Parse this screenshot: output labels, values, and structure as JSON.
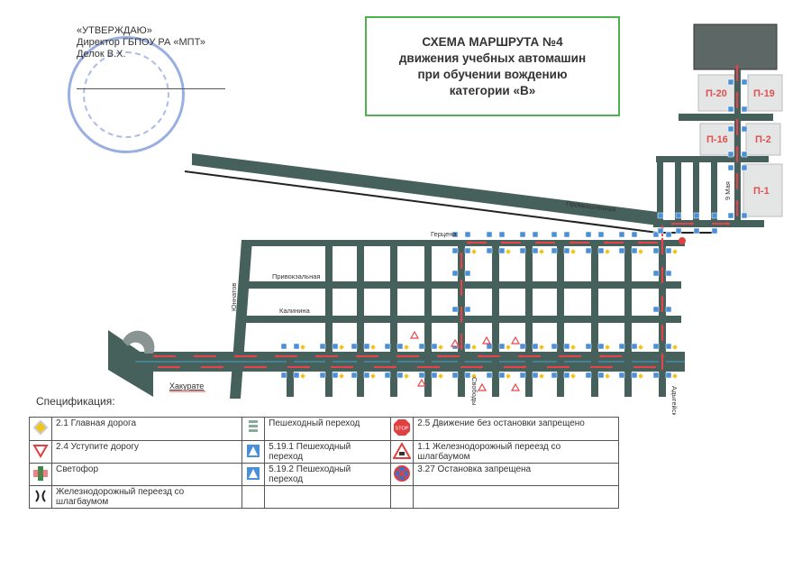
{
  "approval": {
    "line1": "«УТВЕРЖДАЮ»",
    "line2": "Директор ГБПОУ РА «МПТ»",
    "line3": "Делок В.Х."
  },
  "title": {
    "line1": "СХЕМА МАРШРУТА №4",
    "line2": "движения учебных автомашин",
    "line3": "при обучении вождению",
    "line4": "категории «В»"
  },
  "streets": {
    "promyshlennaya": "Промышленная",
    "gertsena": "Герцена",
    "privokzalnaya": "Привокзальная",
    "kalinina": "Калинина",
    "yunnatov": "Юннатов",
    "hakurate": "Хакурате",
    "svobody": "Свободы",
    "adygeyskaya": "Адыгейская",
    "may9": "9 Мая"
  },
  "blocks": {
    "p20": "П-20",
    "p19": "П-19",
    "p16": "П-16",
    "p2": "П-2",
    "p1": "П-1"
  },
  "spec_heading": "Спецификация:",
  "legend": [
    {
      "icon": "main-road-sign",
      "text": "2.1 Главная дорога"
    },
    {
      "icon": "crosswalk-marking",
      "text": "Пешеходный переход"
    },
    {
      "icon": "stop-sign",
      "icon_text": "STOP",
      "text": "2.5 Движение без остановки запрещено"
    },
    {
      "icon": "yield-sign",
      "text": "2.4 Уступите дорогу"
    },
    {
      "icon": "pedestrian-crossing-sign",
      "text": "5.19.1 Пешеходный переход"
    },
    {
      "icon": "railway-crossing-warning-sign",
      "text": "1.1 Железнодорожный переезд со шлагбаумом"
    },
    {
      "icon": "traffic-light",
      "text": "Светофор"
    },
    {
      "icon": "pedestrian-crossing-sign",
      "text": "5.19.2 Пешеходный переход"
    },
    {
      "icon": "no-stopping-sign",
      "text": "3.27 Остановка запрещена"
    },
    {
      "icon": "railway-crossing-symbol",
      "text": "Железнодорожный переезд со шлагбаумом"
    }
  ],
  "colors": {
    "road": "#46605c",
    "route": "#e8434b",
    "sign_blue": "#4a90d9",
    "main_road_yellow": "#f2c418",
    "title_border": "#4cb34c",
    "block_fill": "#e4e6e6"
  }
}
